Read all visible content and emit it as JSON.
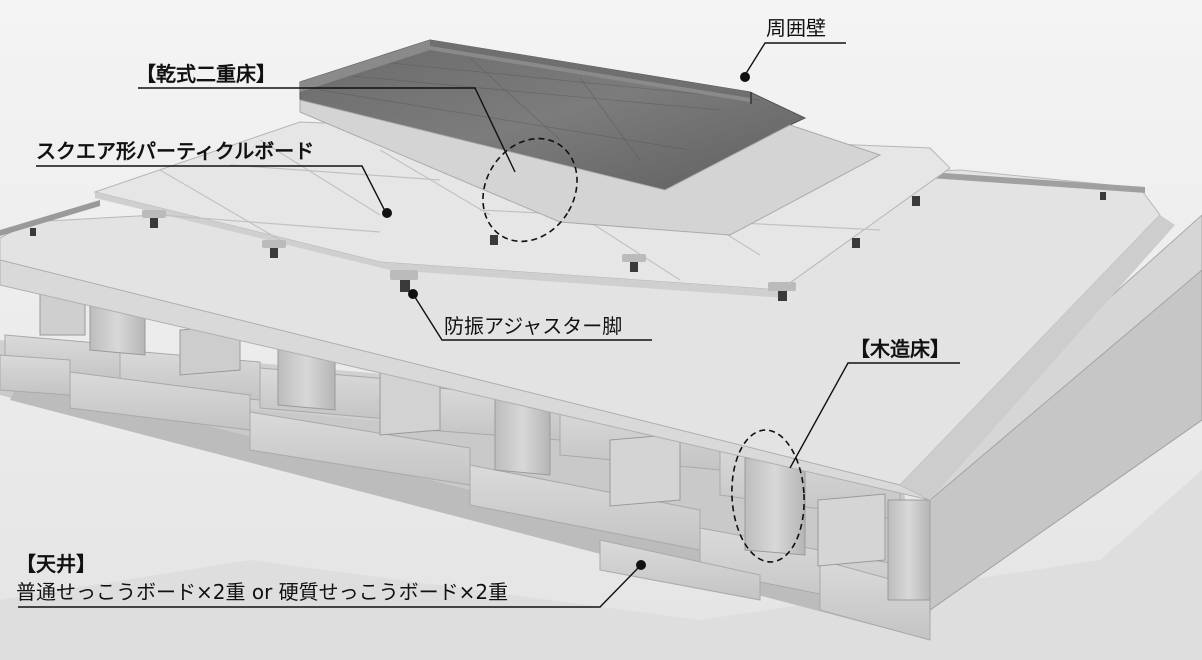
{
  "labels": {
    "surrounding_wall": "周囲壁",
    "dry_double_floor": "【乾式二重床】",
    "square_particle_board": "スクエア形パーティクルボード",
    "anti_vibration_adjuster": "防振アジャスター脚",
    "wooden_floor": "【木造床】",
    "ceiling_title": "【天井】",
    "ceiling_spec": "普通せっこうボード×2重 or 硬質せっこうボード×2重"
  },
  "colors": {
    "background": "#ececec",
    "particle_board": "#e2e2e2",
    "flooring_wood": "#6e6e6e",
    "wall_top": "#8a8a8a",
    "timber": "#cfcfcf",
    "leader_line": "#111111"
  }
}
